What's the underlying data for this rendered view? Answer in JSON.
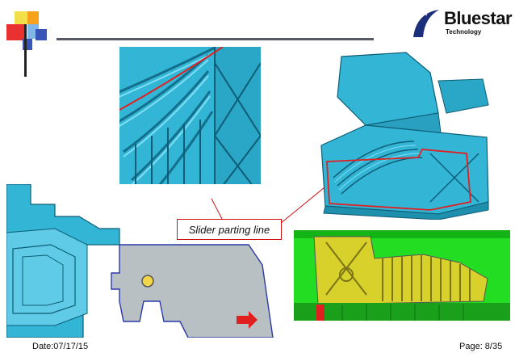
{
  "logo": {
    "brand": "Bluestar",
    "sub": "Technology"
  },
  "callout": {
    "label": "Slider parting line"
  },
  "footer": {
    "date": "Date:07/17/15",
    "page": "Page: 8/35"
  },
  "colors": {
    "part_blue": "#33b5d6",
    "parting_line_red": "#e02020",
    "mold_green": "#22dd22",
    "core_yellow": "#d8d12c",
    "slider_gray": "#b9c0c3",
    "logo_navy": "#1b2f7d",
    "rule_gray": "#555a66"
  },
  "icons": {
    "decor": "corner-squares",
    "logo": "bluestar-swoosh-logo",
    "arrow": "red-right-arrow"
  }
}
